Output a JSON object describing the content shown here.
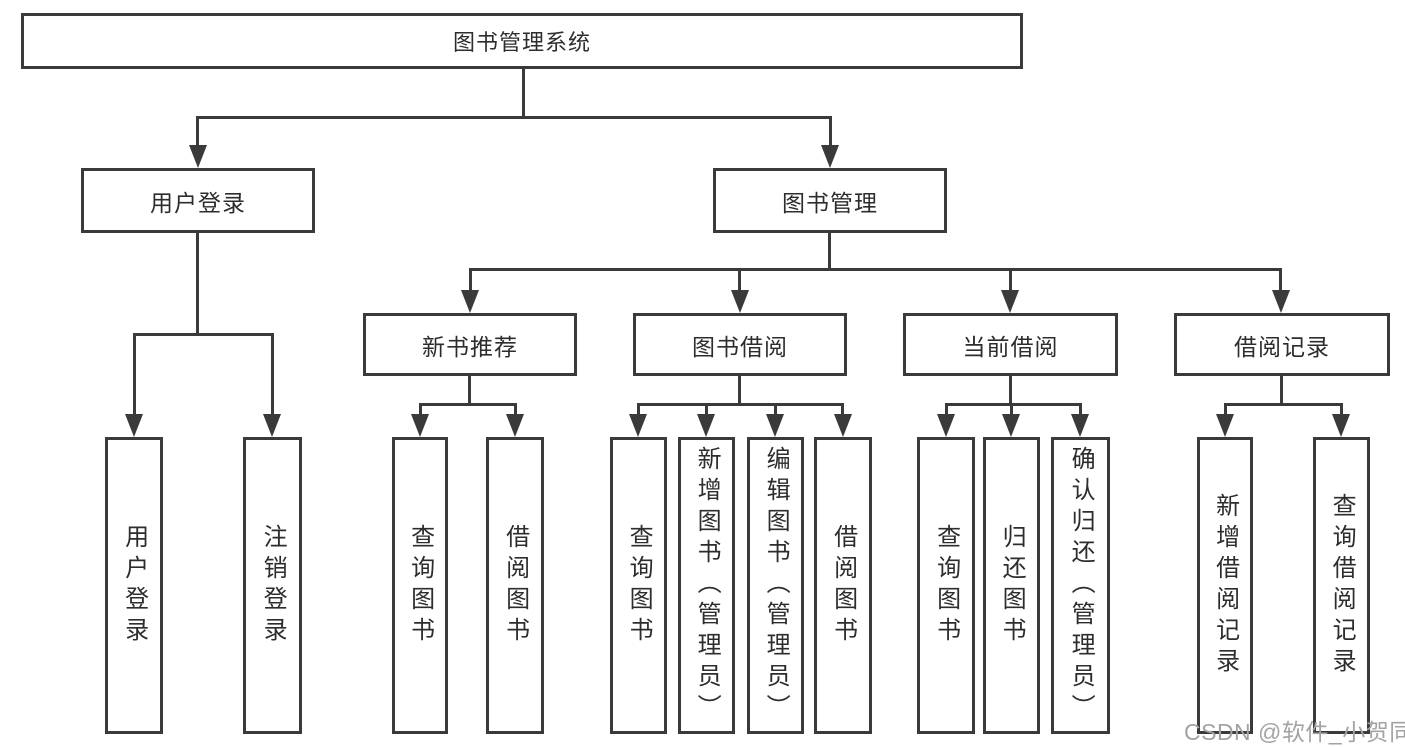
{
  "tree": {
    "label": "图书管理系统",
    "children": [
      {
        "label": "用户登录",
        "children": [
          {
            "label": "用户登录"
          },
          {
            "label": "注销登录"
          }
        ]
      },
      {
        "label": "图书管理",
        "children": [
          {
            "label": "新书推荐",
            "children": [
              {
                "label": "查询图书"
              },
              {
                "label": "借阅图书"
              }
            ]
          },
          {
            "label": "图书借阅",
            "children": [
              {
                "label": "查询图书"
              },
              {
                "label": "新增图书（管理员）"
              },
              {
                "label": "编辑图书（管理员）"
              },
              {
                "label": "借阅图书"
              }
            ]
          },
          {
            "label": "当前借阅",
            "children": [
              {
                "label": "查询图书"
              },
              {
                "label": "归还图书"
              },
              {
                "label": "确认归还（管理员）"
              }
            ]
          },
          {
            "label": "借阅记录",
            "children": [
              {
                "label": "新增借阅记录"
              },
              {
                "label": "查询借阅记录"
              }
            ]
          }
        ]
      }
    ]
  },
  "watermark": {
    "text": "CSDN @软件_小贺同学"
  },
  "colors": {
    "line": "#3a3a3a",
    "text": "#2d2d2d",
    "watermark": "#a3a3a3",
    "background": "#ffffff"
  }
}
